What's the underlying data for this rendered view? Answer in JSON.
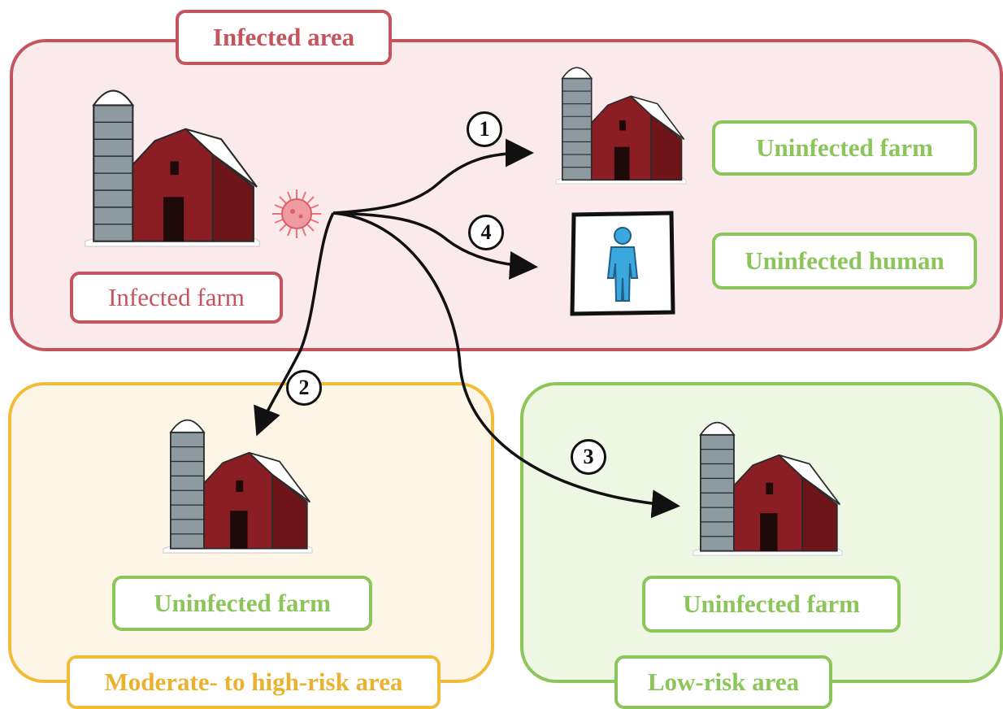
{
  "areas": {
    "infected": "Infected area",
    "moderate": "Moderate- to high-risk area",
    "low": "Low-risk area"
  },
  "labels": {
    "infected_farm": "Infected farm",
    "uninfected_farm_1": "Uninfected farm",
    "uninfected_human": "Uninfected human",
    "uninfected_farm_2": "Uninfected farm",
    "uninfected_farm_3": "Uninfected farm"
  },
  "routes": [
    "1",
    "2",
    "3",
    "4"
  ],
  "colors": {
    "infected": "#c4545e",
    "moderate": "#f2bc3a",
    "low": "#8cc65a",
    "barn": "#8b1e24",
    "silo": "#8d9ba0",
    "human": "#3aa8df",
    "virus": "#e8747a"
  },
  "icons": [
    "barn-icon",
    "silo-icon",
    "virus-icon",
    "human-icon"
  ]
}
